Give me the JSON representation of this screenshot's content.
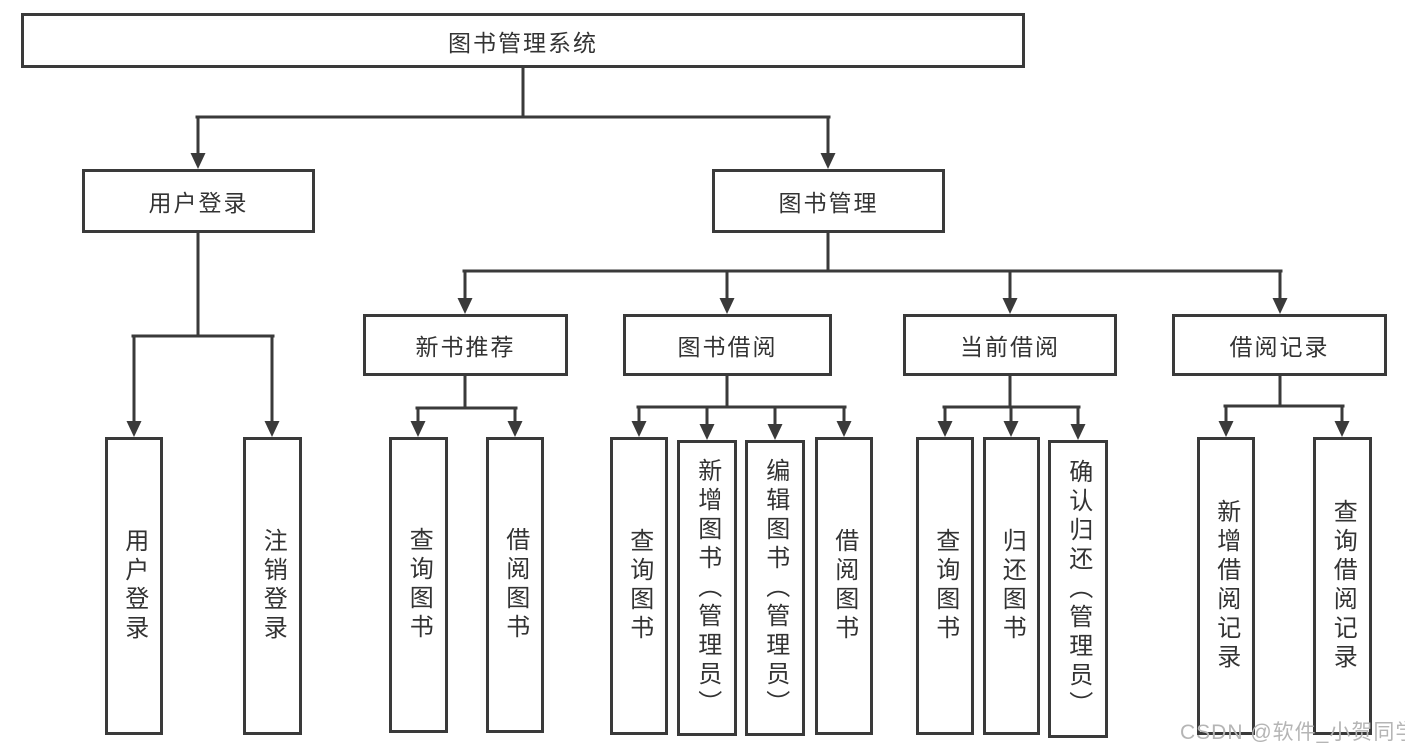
{
  "diagram": {
    "root": {
      "label": "图书管理系统"
    },
    "branches": [
      {
        "label": "用户登录",
        "children": [
          {
            "label": "用户登录"
          },
          {
            "label": "注销登录"
          }
        ]
      },
      {
        "label": "图书管理",
        "children": [
          {
            "label": "新书推荐",
            "children": [
              {
                "label": "查询图书"
              },
              {
                "label": "借阅图书"
              }
            ]
          },
          {
            "label": "图书借阅",
            "children": [
              {
                "label": "查询图书"
              },
              {
                "label": "新增图书（管理员）"
              },
              {
                "label": "编辑图书（管理员）"
              },
              {
                "label": "借阅图书"
              }
            ]
          },
          {
            "label": "当前借阅",
            "children": [
              {
                "label": "查询图书"
              },
              {
                "label": "归还图书"
              },
              {
                "label": "确认归还（管理员）"
              }
            ]
          },
          {
            "label": "借阅记录",
            "children": [
              {
                "label": "新增借阅记录"
              },
              {
                "label": "查询借阅记录"
              }
            ]
          }
        ]
      }
    ],
    "watermark": "CSDN @软件_小贺同学",
    "colors": {
      "line": "#3a3a3a",
      "text": "#333333",
      "background": "#ffffff",
      "watermark": "#b5b5b5"
    }
  }
}
